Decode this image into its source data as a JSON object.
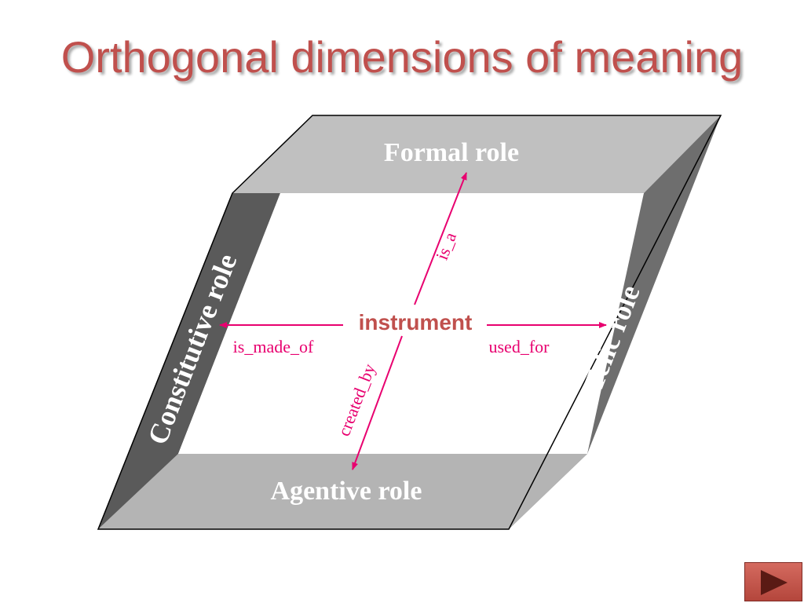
{
  "title": "Orthogonal dimensions of meaning",
  "colors": {
    "title": "#c0504d",
    "relation": "#e8006f",
    "center": "#c0504d",
    "top_face": "#c0c0c0",
    "bottom_face": "#b4b4b4",
    "left_face": "#5a5a5a",
    "right_face": "#6e6e6e",
    "outline": "#000000"
  },
  "diagram": {
    "center": "instrument",
    "roles": {
      "top": "Formal role",
      "bottom": "Agentive role",
      "left": "Constitutive role",
      "right": "Telic role"
    },
    "relations": {
      "up": "is_a",
      "down": "created_by",
      "left": "is_made_of",
      "right": "used_for"
    }
  },
  "nav": {
    "next_icon": "play-triangle-icon"
  }
}
